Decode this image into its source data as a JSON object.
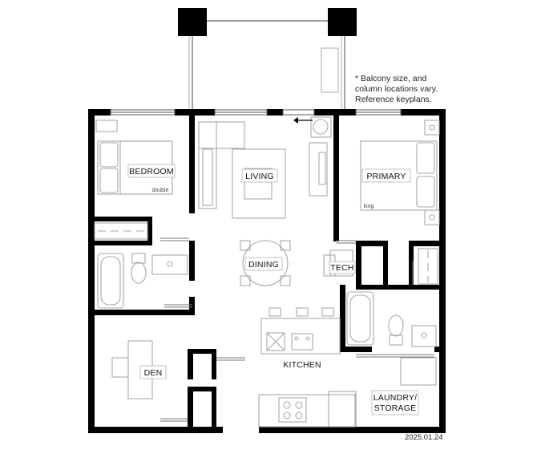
{
  "note": {
    "lines": [
      "* Balcony size, and",
      "column locations vary.",
      "Reference keyplans."
    ]
  },
  "rooms": {
    "bedroom": "BEDROOM",
    "bedroom_bed": "double",
    "living": "LIVING",
    "primary": "PRIMARY",
    "primary_bed": "king",
    "dining": "DINING",
    "tech": "TECH",
    "den": "DEN",
    "kitchen": "KITCHEN",
    "laundry_line1": "LAUNDRY/",
    "laundry_line2": "STORAGE"
  },
  "date": "2025.01.24",
  "colors": {
    "wall": "#000000",
    "furniture": "#a8a8a8",
    "label_box": "#ffffff"
  }
}
